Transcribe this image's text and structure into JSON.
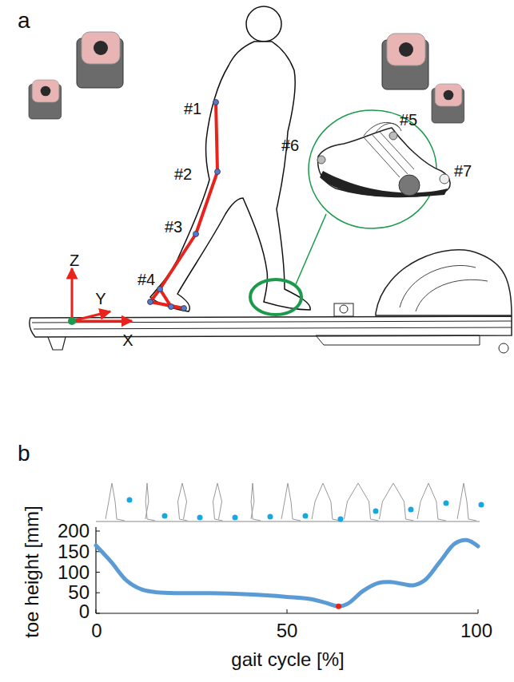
{
  "diagram": {
    "labels": [
      "a",
      "#1",
      "#2",
      "#3",
      "#4",
      "#5",
      "#6",
      "#7",
      "Z",
      "Y",
      "X",
      "b",
      "200",
      "150",
      "100",
      "50",
      "0",
      "0",
      "50",
      "100",
      "toe height [mm]",
      "gait cycle [%]"
    ]
  }
}
